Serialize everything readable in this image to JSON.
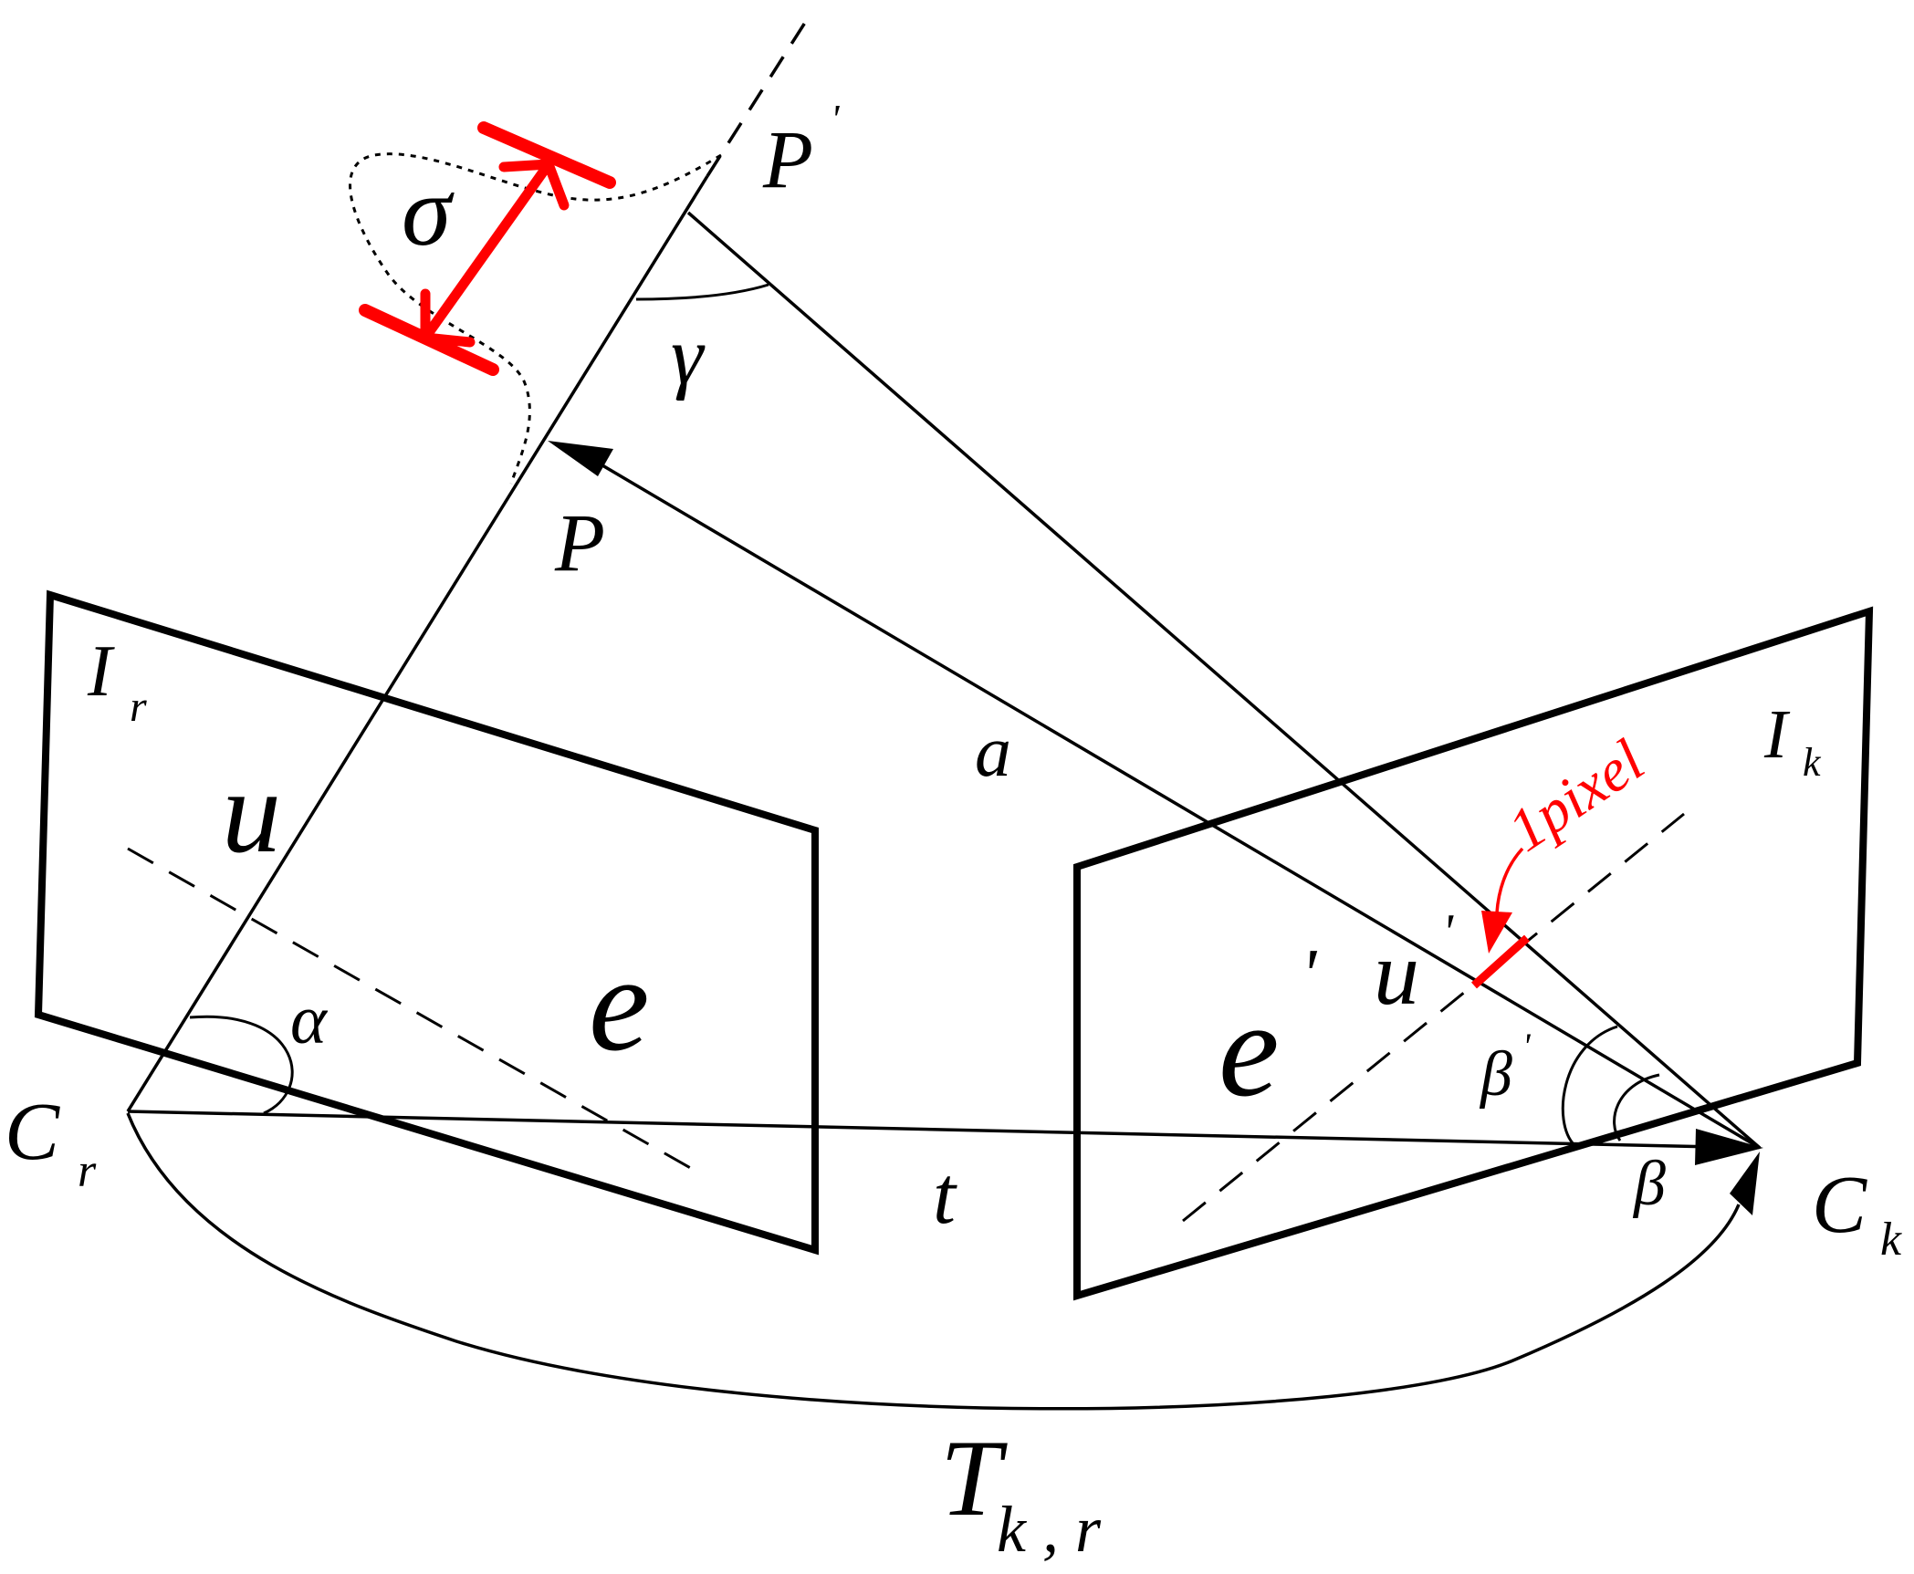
{
  "labels": {
    "p_prime": "P",
    "p_prime_mark": "'",
    "p": "P",
    "sigma": "σ",
    "gamma": "γ",
    "i_r": "I",
    "i_r_sub": "r",
    "i_k": "I",
    "i_k_sub": "k",
    "u": "u",
    "a": "a",
    "one_pixel": "1pixel",
    "u_prime": "u",
    "u_prime_mark": "'",
    "e": "e",
    "e_prime": "e",
    "e_prime_mark": "'",
    "alpha": "α",
    "beta_prime": "β",
    "beta_prime_mark": "'",
    "beta": "β",
    "c_r": "C",
    "c_r_sub": "r",
    "c_k": "C",
    "c_k_sub": "k",
    "t": "t",
    "t_kr": "T",
    "t_kr_sub": "k , r"
  },
  "colors": {
    "ink": "#000000",
    "accent": "#ff0000"
  }
}
